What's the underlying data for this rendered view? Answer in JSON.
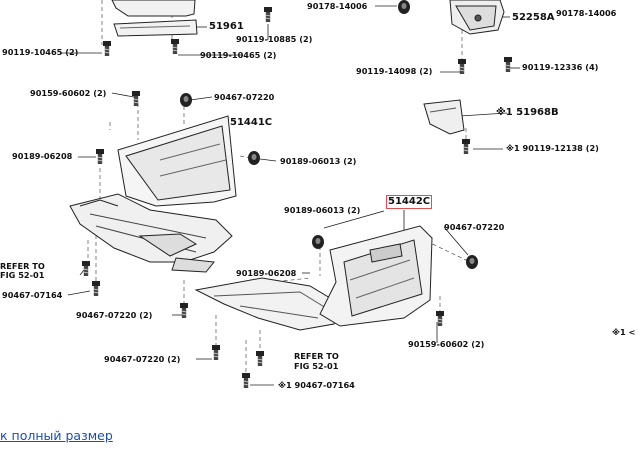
{
  "diagram": {
    "labels": {
      "l_90178_14006": "90178-14006",
      "l_90178_14006_r": "90178-14006",
      "l_51961": "51961",
      "l_52258a": "52258A",
      "l_90119_10465_2a": "90119-10465 (2)",
      "l_90119_10885": "90119-10885 (2)",
      "l_90119_10465_2b": "90119-10465 (2)",
      "l_90119_14098": "90119-14098 (2)",
      "l_90119_12336": "90119-12336 (4)",
      "l_90159_60602_top": "90159-60602 (2)",
      "l_90467_07220_top": "90467-07220",
      "l_51968b": "※1 51968B",
      "l_51441c": "51441C",
      "l_90119_12138": "※1 90119-12138 (2)",
      "l_90189_06208_left": "90189-06208",
      "l_90189_06013_top": "90189-06013 (2)",
      "l_90189_06013_mid": "90189-06013 (2)",
      "l_51442c": "51442C",
      "l_90467_07220_right": "90467-07220",
      "l_refer_left_1": "REFER TO",
      "l_refer_left_2": "FIG 52-01",
      "l_90189_06208_mid": "90189-06208",
      "l_90467_07164_left": "90467-07164",
      "l_90467_07220_mid": "90467-07220 (2)",
      "l_90159_60602_bot": "90159-60602 (2)",
      "l_note_right": "※1 <",
      "l_90467_07220_bot": "90467-07220 (2)",
      "l_refer_bot_1": "REFER TO",
      "l_refer_bot_2": "FIG 52-01",
      "l_90467_07164_bot": "※1 90467-07164"
    }
  },
  "footer": {
    "fullsize_link": "к полный размер"
  }
}
